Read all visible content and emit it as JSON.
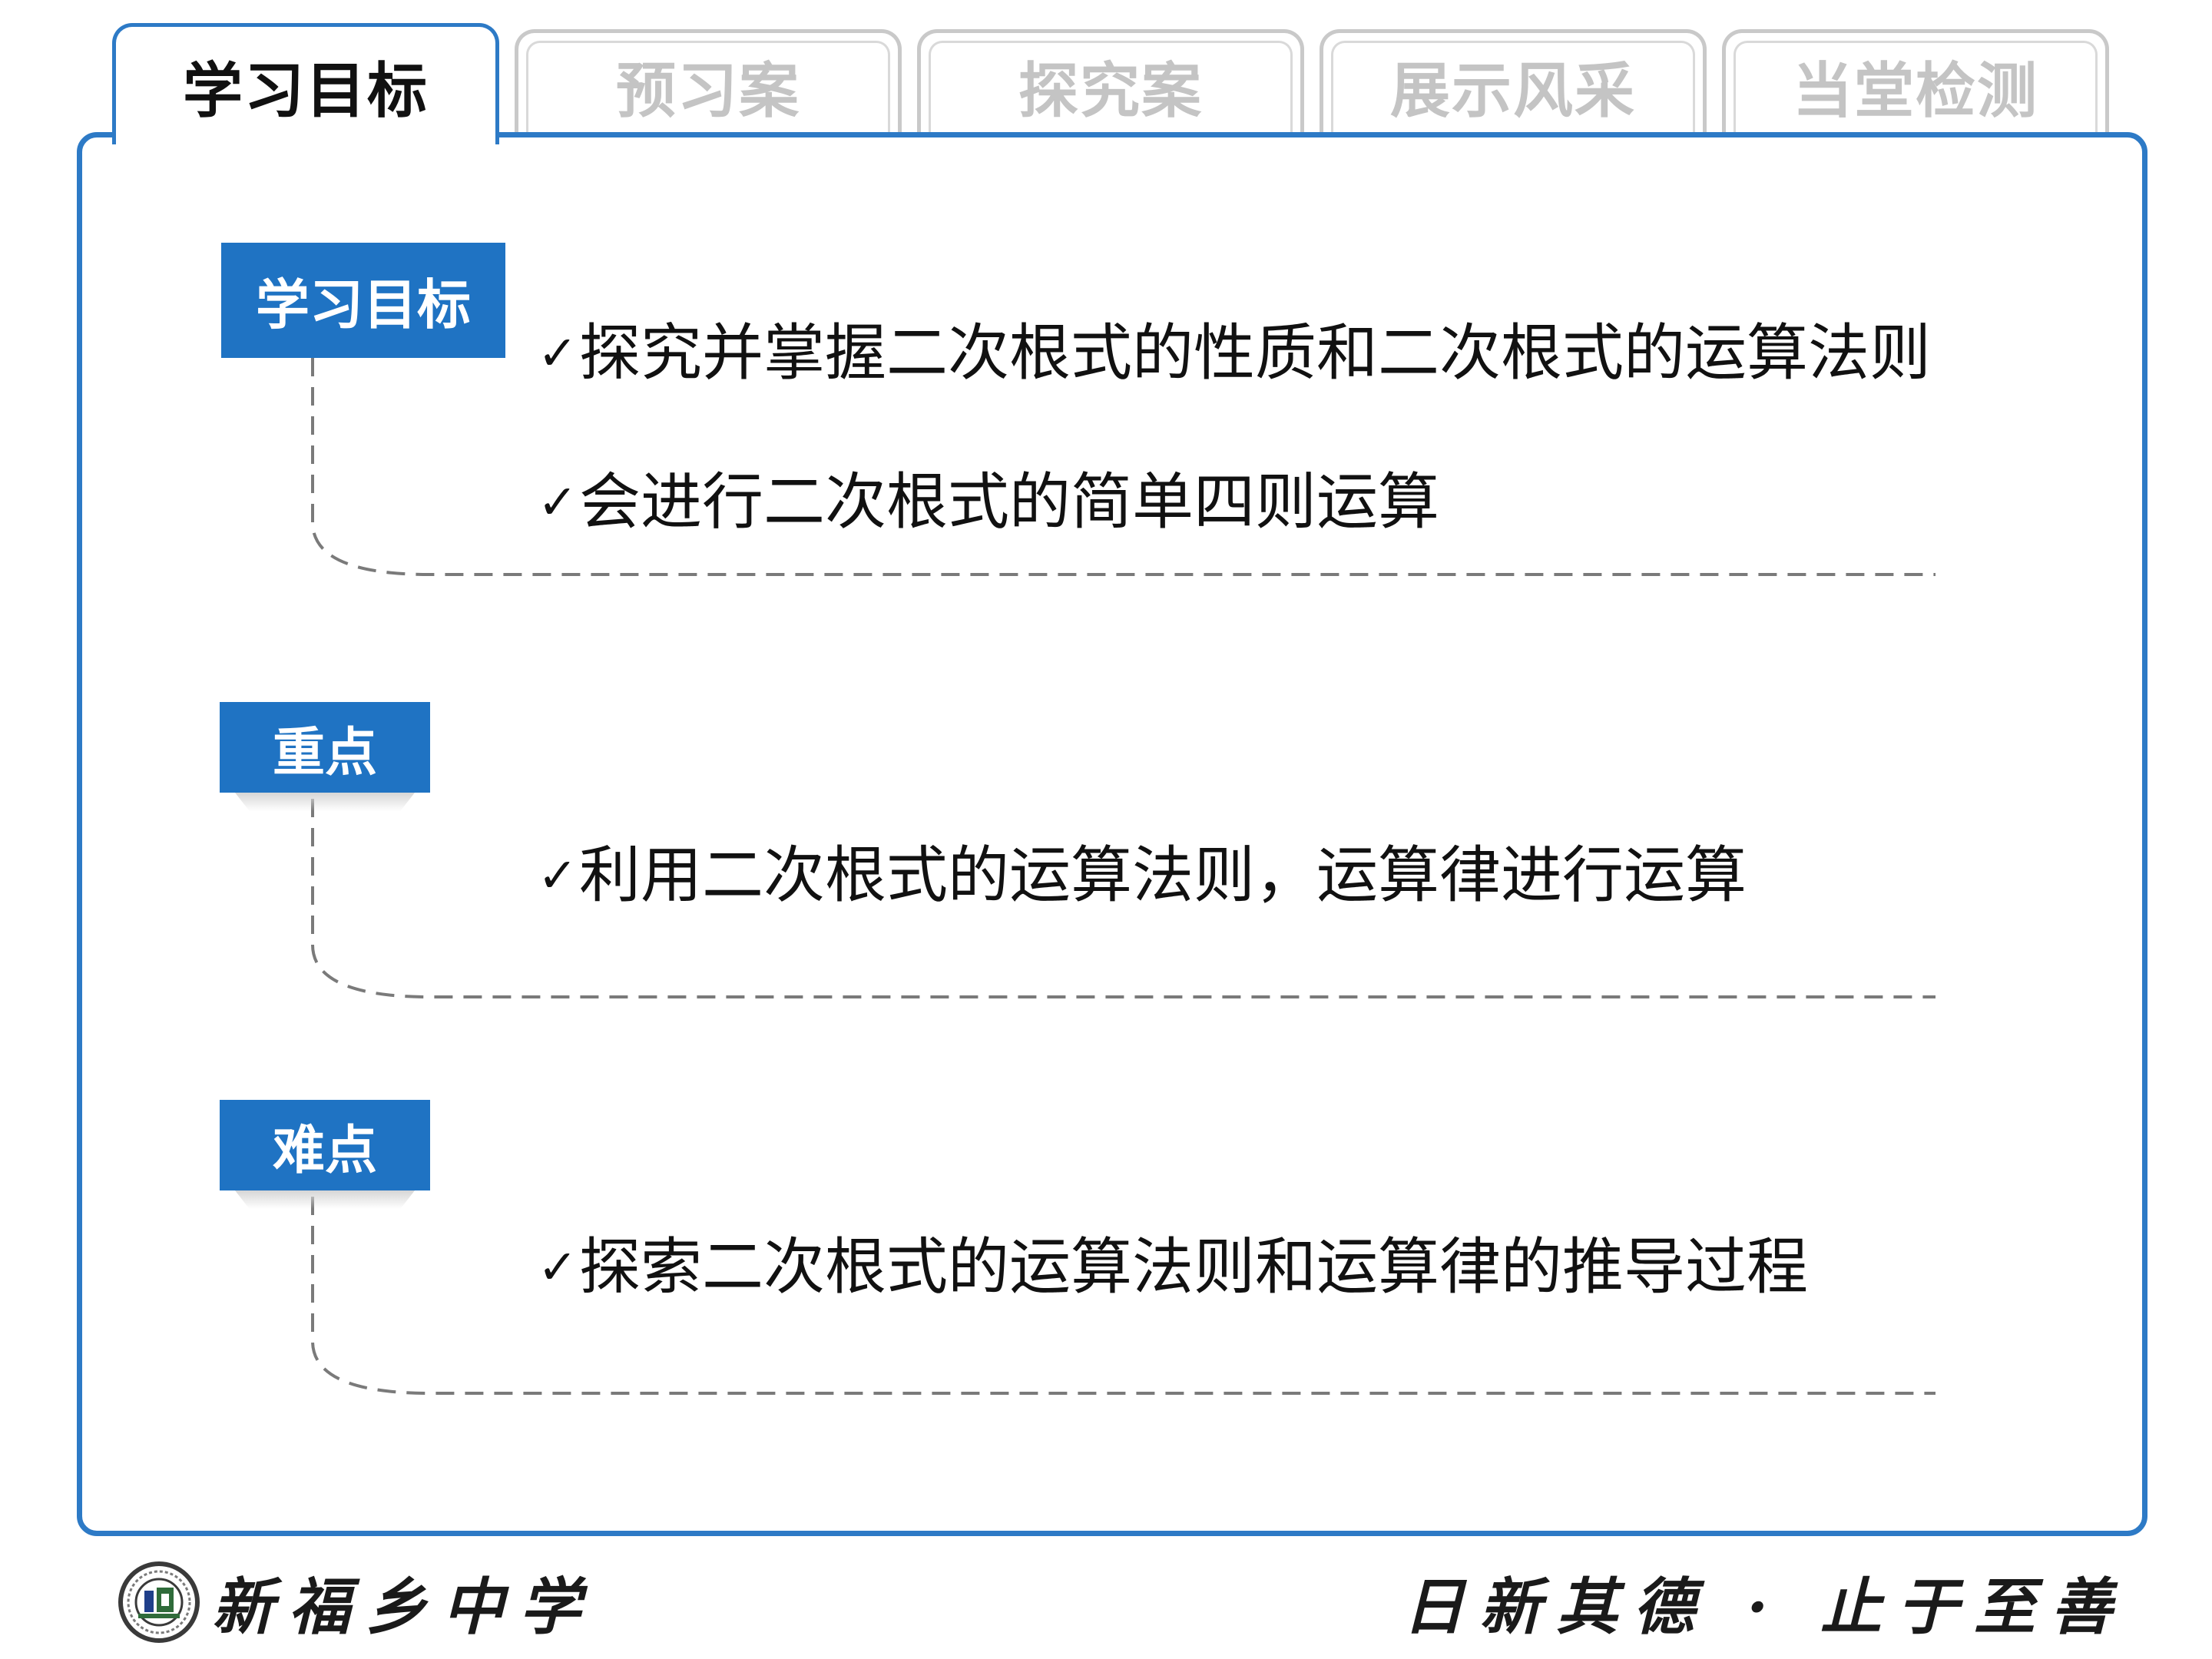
{
  "tabs": [
    {
      "label": "学习目标",
      "active": true
    },
    {
      "label": "预习案",
      "active": false
    },
    {
      "label": "探究案",
      "active": false
    },
    {
      "label": "展示风采",
      "active": false
    },
    {
      "label": "当堂检测",
      "active": false
    }
  ],
  "sections": {
    "goals": {
      "label": "学习目标",
      "items": [
        "探究并掌握二次根式的性质和二次根式的运算法则",
        "会进行二次根式的简单四则运算"
      ]
    },
    "key_points": {
      "label": "重点",
      "items": [
        "利用二次根式的运算法则，运算律进行运算"
      ]
    },
    "difficulties": {
      "label": "难点",
      "items": [
        "探索二次根式的运算法则和运算律的推导过程"
      ]
    }
  },
  "check_mark": "✓",
  "footer": {
    "school_name": "新福乡中学",
    "motto": "日新其德 · 止于至善"
  },
  "colors": {
    "accent": "#2d7ac6",
    "label_bg": "#1f73c3",
    "inactive_tab_text": "#c4c4c4"
  }
}
